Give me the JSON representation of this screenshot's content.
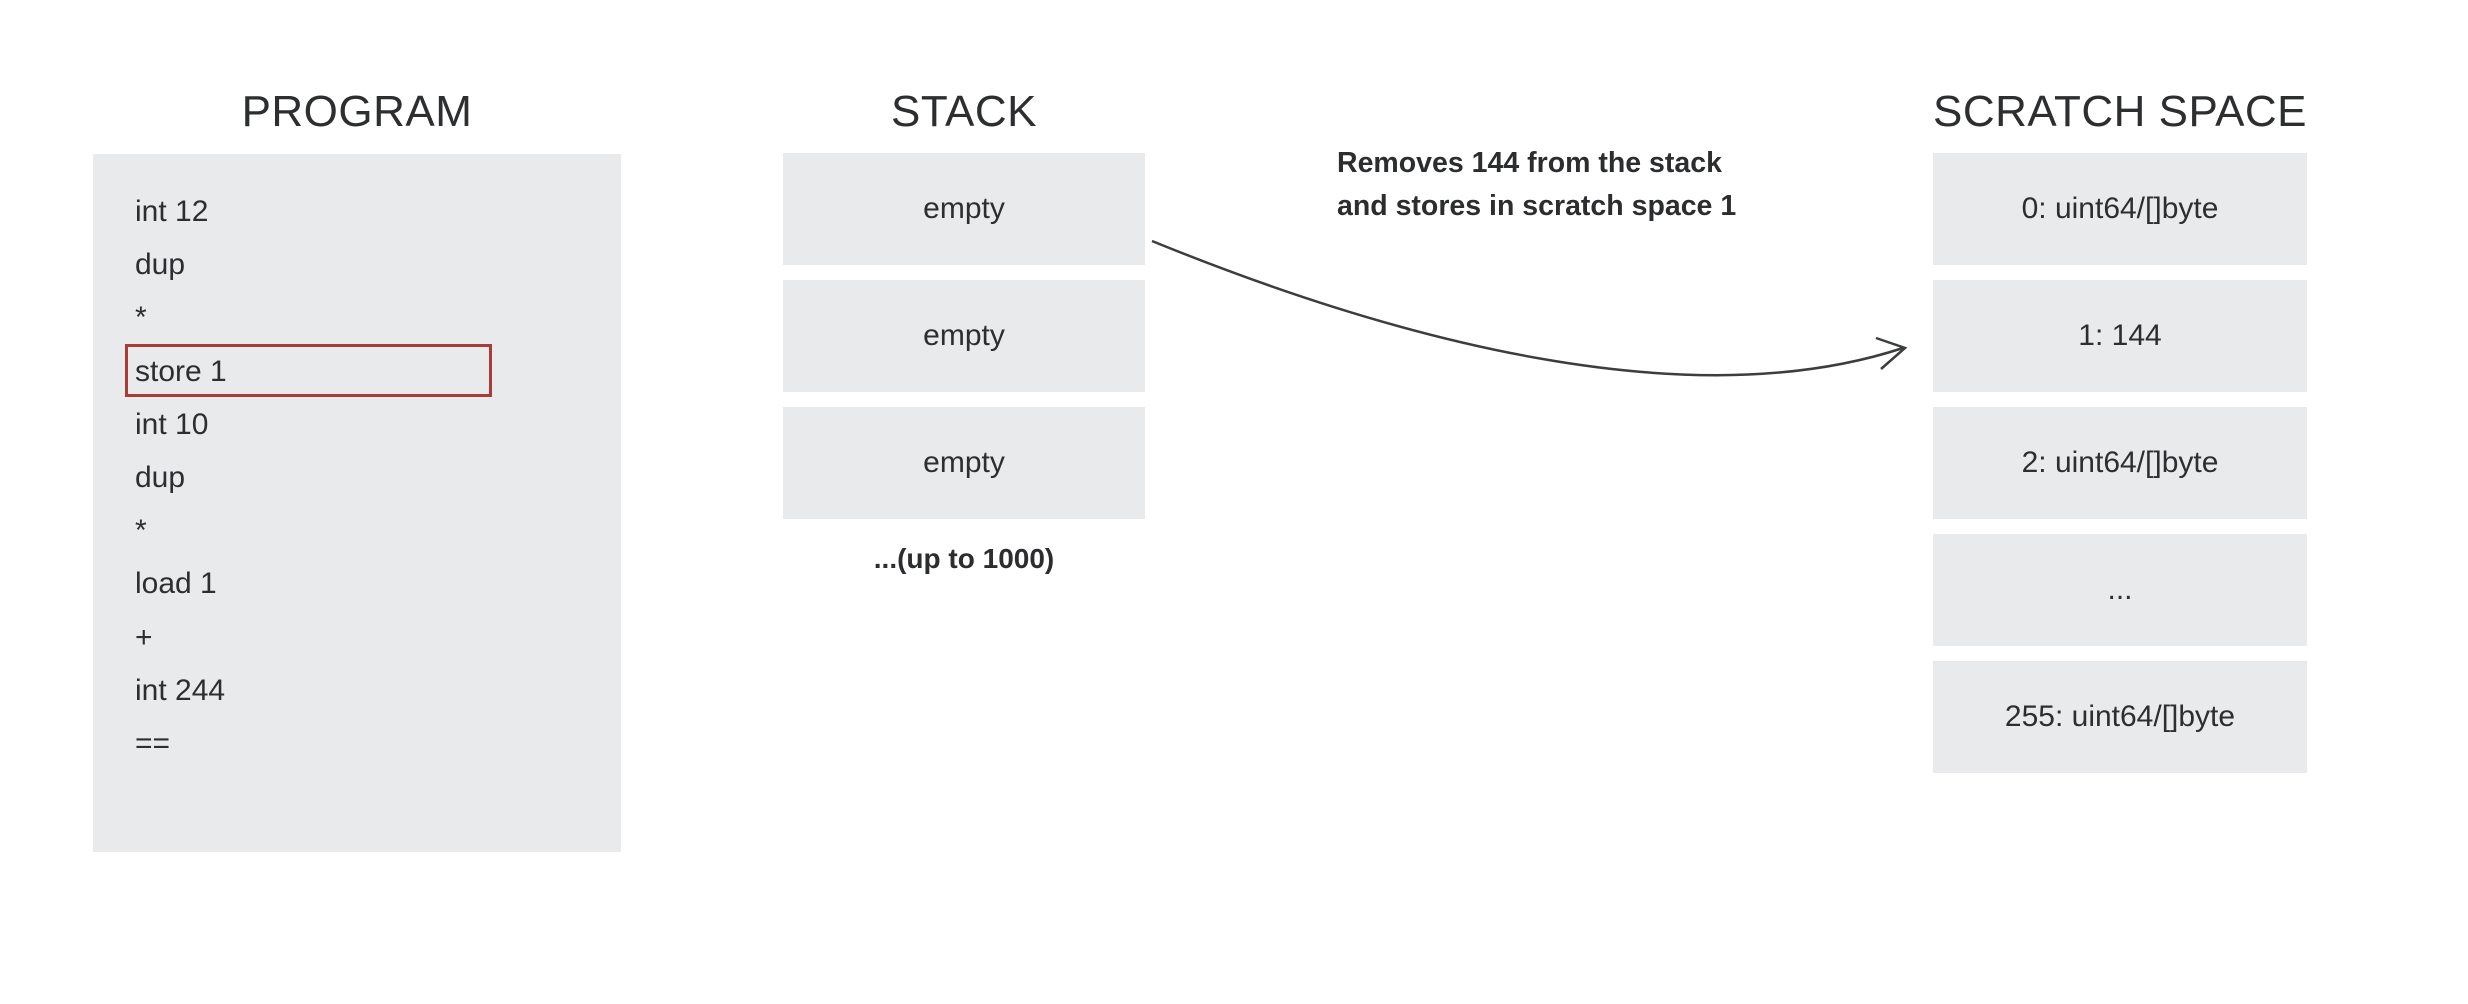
{
  "columns": {
    "program": {
      "title": "PROGRAM",
      "lines": [
        "int 12",
        "dup",
        "*",
        "store 1",
        "int 10",
        "dup",
        "*",
        "load 1",
        "+",
        "int 244",
        "=="
      ],
      "highlighted_line": "store 1"
    },
    "stack": {
      "title": "STACK",
      "slots": [
        "empty",
        "empty",
        "empty"
      ],
      "footnote": "...(up to 1000)"
    },
    "scratch": {
      "title": "SCRATCH SPACE",
      "slots": [
        "0: uint64/[]byte",
        "1: 144",
        "2: uint64/[]byte",
        "...",
        "255: uint64/[]byte"
      ]
    }
  },
  "annotation": {
    "line1": "Removes 144 from the stack",
    "line2": "and stores in scratch space 1"
  },
  "colors": {
    "background": "#ffffff",
    "box_fill": "#e8eaec",
    "text": "#2c2e30",
    "highlight_border": "#a93b39",
    "arrow": "#3b3d3f"
  }
}
